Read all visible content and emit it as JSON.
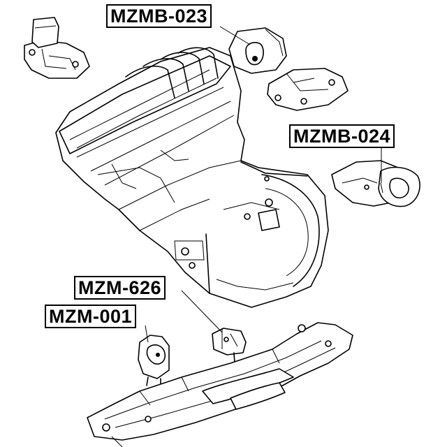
{
  "labels": {
    "mzmb_023": "MZMB-023",
    "mzmb_024": "MZMB-024",
    "mzm_626": "MZM-626",
    "mzm_001": "MZM-001"
  },
  "colors": {
    "line": "#000000",
    "background": "#ffffff"
  }
}
